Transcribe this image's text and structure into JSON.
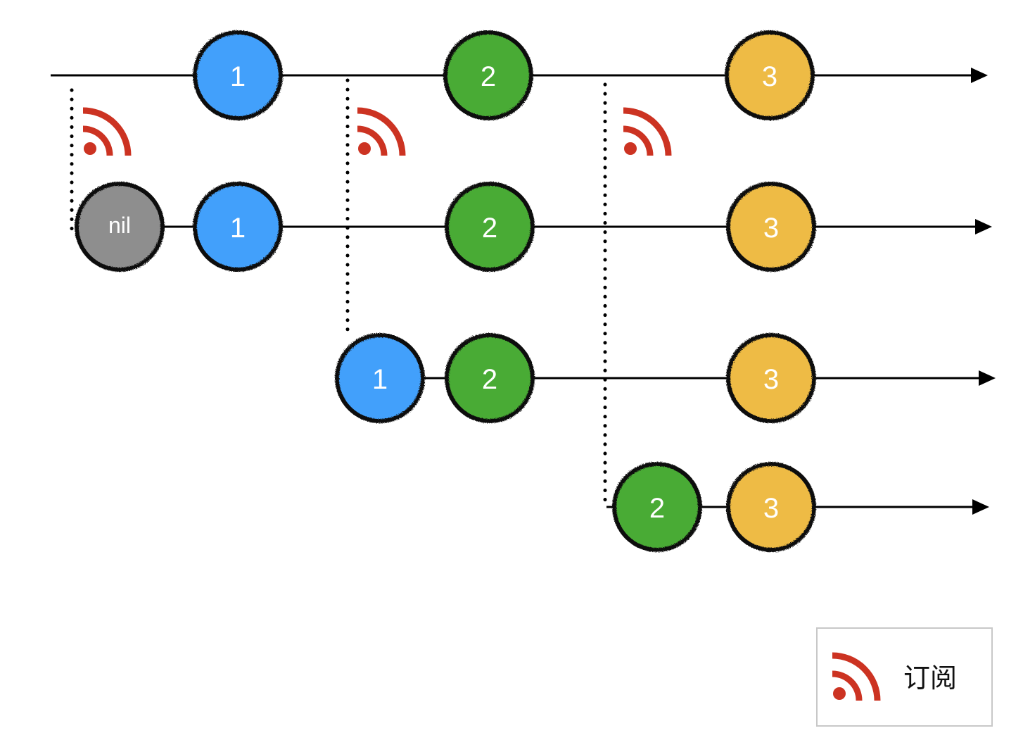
{
  "colors": {
    "line": "#000000",
    "dotted": "#000000",
    "subscribe": "#cc3322",
    "v1": "#42a0fb",
    "v2": "#4aab36",
    "v3": "#eebb44",
    "nil": "#8e8e8e",
    "marble_border": "#111111",
    "legend_border": "#c8c8c8"
  },
  "source": {
    "marbles": [
      {
        "label": "1",
        "color_key": "v1"
      },
      {
        "label": "2",
        "color_key": "v2"
      },
      {
        "label": "3",
        "color_key": "v3"
      }
    ]
  },
  "subscribers": [
    {
      "marbles": [
        {
          "label": "nil",
          "color_key": "nil"
        },
        {
          "label": "1",
          "color_key": "v1"
        },
        {
          "label": "2",
          "color_key": "v2"
        },
        {
          "label": "3",
          "color_key": "v3"
        }
      ]
    },
    {
      "marbles": [
        {
          "label": "1",
          "color_key": "v1"
        },
        {
          "label": "2",
          "color_key": "v2"
        },
        {
          "label": "3",
          "color_key": "v3"
        }
      ]
    },
    {
      "marbles": [
        {
          "label": "2",
          "color_key": "v2"
        },
        {
          "label": "3",
          "color_key": "v3"
        }
      ]
    }
  ],
  "subscribe_icon": "rss-icon",
  "legend": {
    "icon": "rss-icon",
    "label": "订阅"
  }
}
